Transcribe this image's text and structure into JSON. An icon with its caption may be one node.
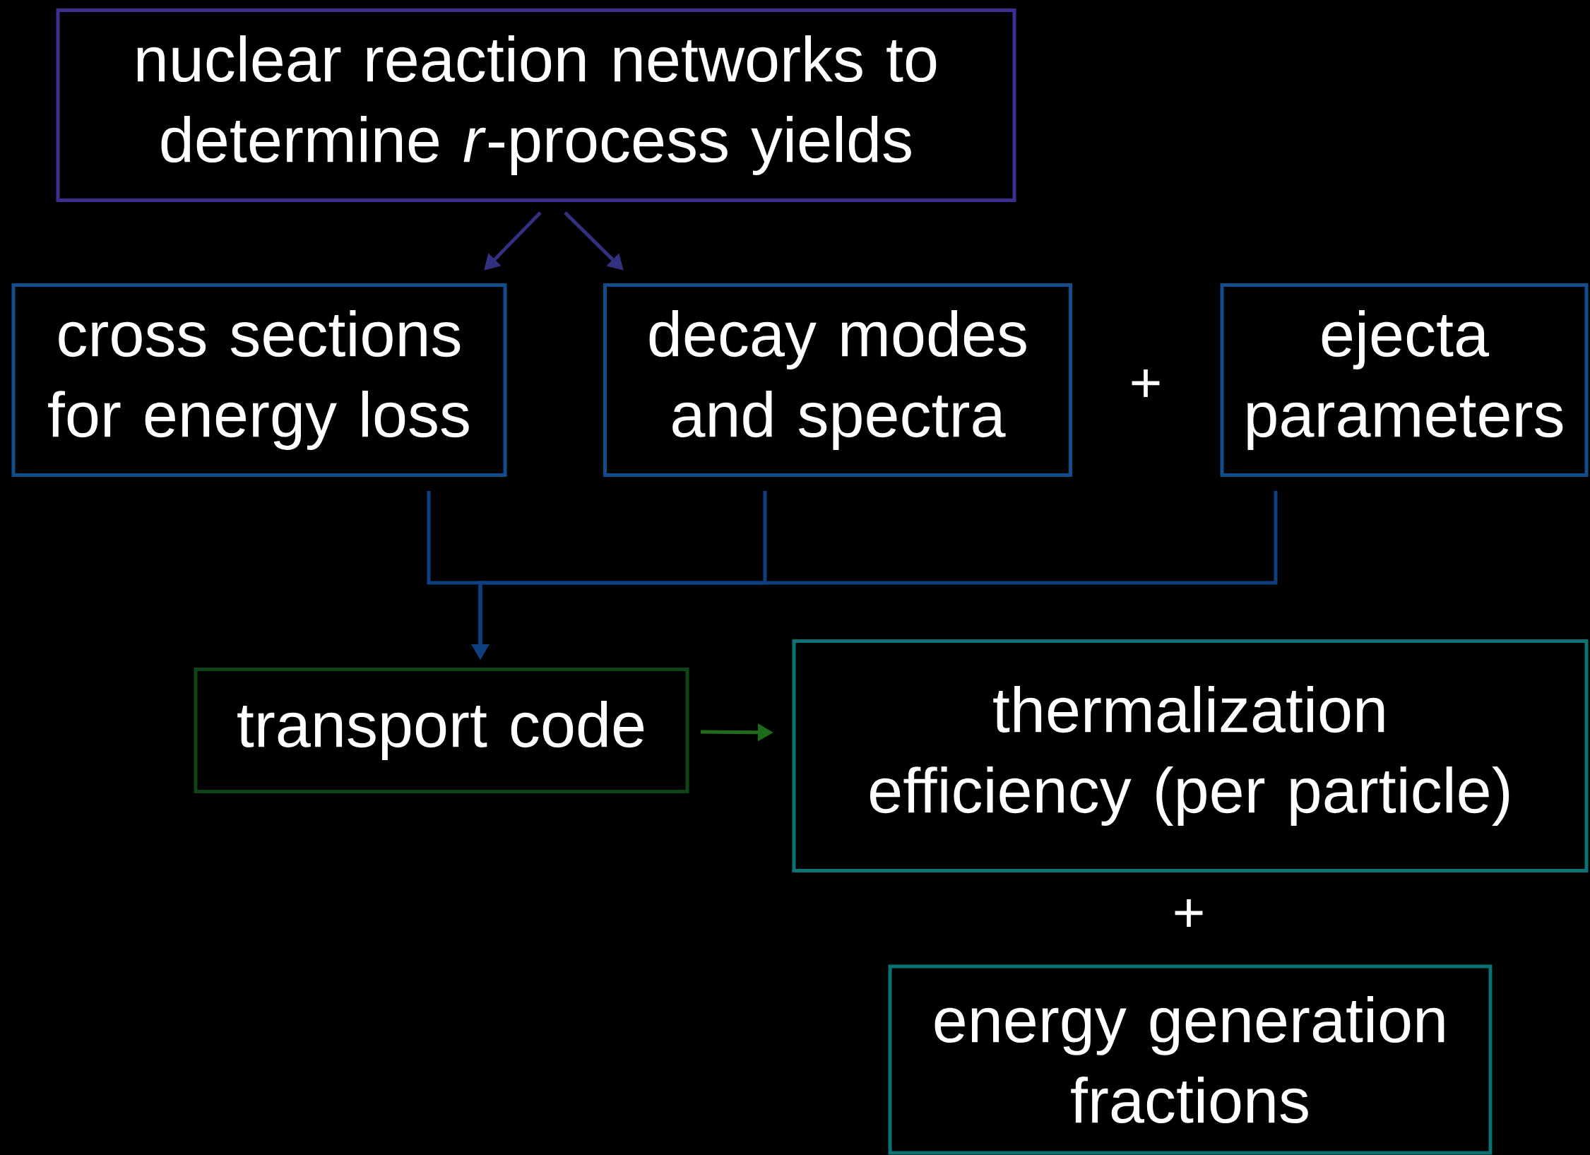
{
  "diagram": {
    "nodes": [
      {
        "text": [
          "nuclear reaction networks to determine *r*-process yields"
        ]
      },
      {
        "text": [
          "cross sections for energy loss"
        ]
      },
      {
        "text": [
          "decay modes and spectra"
        ]
      },
      {
        "text": [
          "ejecta parameters"
        ]
      },
      {
        "text": [
          "transport code"
        ]
      },
      {
        "text": [
          "thermalization efficiency (per particle)"
        ]
      },
      {
        "text": [
          "energy generation fractions"
        ]
      }
    ],
    "edges": [
      {
        "from": 0,
        "to": 1,
        "arrow": "to",
        "color": "#33307f"
      },
      {
        "from": 0,
        "to": 2,
        "arrow": "to",
        "color": "#33307f"
      },
      {
        "from": 1,
        "to": 4,
        "arrow": "to"
      },
      {
        "from": 2,
        "to": 4,
        "arrow": "to"
      },
      {
        "from": 3,
        "to": 4,
        "arrow": "to"
      },
      {
        "from": 4,
        "to": 5,
        "arrow": "to",
        "color": "#1d6a1d"
      }
    ],
    "labels": [
      "+",
      "+"
    ]
  }
}
